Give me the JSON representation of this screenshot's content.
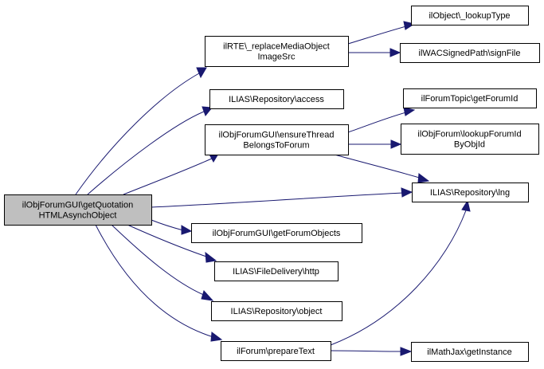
{
  "title": "Call graph of ilObjForumGUI\\getQuotationHTMLAsynchObject",
  "colors": {
    "root_fill": "#bfbfbf",
    "node_fill": "#ffffff",
    "node_border": "#000000",
    "edge": "#191970"
  },
  "nodes": [
    {
      "id": "root",
      "lines": [
        "ilObjForumGUI\\getQuotation",
        "HTMLAsynchObject"
      ],
      "root": true
    },
    {
      "id": "replaceMedia",
      "lines": [
        "ilRTE\\_replaceMediaObject",
        "ImageSrc"
      ]
    },
    {
      "id": "lookupType",
      "lines": [
        "ilObject\\_lookupType"
      ]
    },
    {
      "id": "signFile",
      "lines": [
        "ilWACSignedPath\\signFile"
      ]
    },
    {
      "id": "access",
      "lines": [
        "ILIAS\\Repository\\access"
      ]
    },
    {
      "id": "ensureThread",
      "lines": [
        "ilObjForumGUI\\ensureThread",
        "BelongsToForum"
      ]
    },
    {
      "id": "getForumId",
      "lines": [
        "ilForumTopic\\getForumId"
      ]
    },
    {
      "id": "lookupForumId",
      "lines": [
        "ilObjForum\\lookupForumId",
        "ByObjId"
      ]
    },
    {
      "id": "lng",
      "lines": [
        "ILIAS\\Repository\\lng"
      ]
    },
    {
      "id": "getForumObjects",
      "lines": [
        "ilObjForumGUI\\getForumObjects"
      ]
    },
    {
      "id": "http",
      "lines": [
        "ILIAS\\FileDelivery\\http"
      ]
    },
    {
      "id": "object",
      "lines": [
        "ILIAS\\Repository\\object"
      ]
    },
    {
      "id": "prepareText",
      "lines": [
        "ilForum\\prepareText"
      ]
    },
    {
      "id": "getInstance",
      "lines": [
        "ilMathJax\\getInstance"
      ]
    }
  ],
  "edges": [
    {
      "from": "root",
      "to": "replaceMedia"
    },
    {
      "from": "root",
      "to": "access"
    },
    {
      "from": "root",
      "to": "ensureThread"
    },
    {
      "from": "root",
      "to": "lng"
    },
    {
      "from": "root",
      "to": "getForumObjects"
    },
    {
      "from": "root",
      "to": "http"
    },
    {
      "from": "root",
      "to": "object"
    },
    {
      "from": "root",
      "to": "prepareText"
    },
    {
      "from": "replaceMedia",
      "to": "lookupType"
    },
    {
      "from": "replaceMedia",
      "to": "signFile"
    },
    {
      "from": "ensureThread",
      "to": "getForumId"
    },
    {
      "from": "ensureThread",
      "to": "lookupForumId"
    },
    {
      "from": "ensureThread",
      "to": "lng"
    },
    {
      "from": "prepareText",
      "to": "lng"
    },
    {
      "from": "prepareText",
      "to": "getInstance"
    }
  ]
}
